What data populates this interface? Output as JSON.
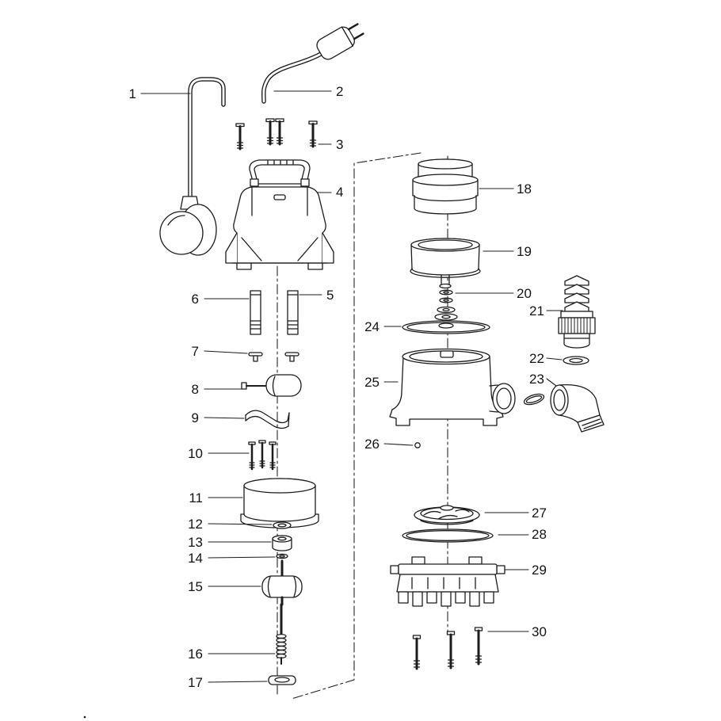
{
  "colors": {
    "line": "#1c1c1c",
    "background": "#ffffff"
  },
  "part_numbers": [
    "1",
    "2",
    "3",
    "4",
    "5",
    "6",
    "7",
    "8",
    "9",
    "10",
    "11",
    "12",
    "13",
    "14",
    "15",
    "16",
    "17",
    "18",
    "19",
    "20",
    "21",
    "22",
    "23",
    "24",
    "25",
    "26",
    "27",
    "28",
    "29",
    "30"
  ]
}
